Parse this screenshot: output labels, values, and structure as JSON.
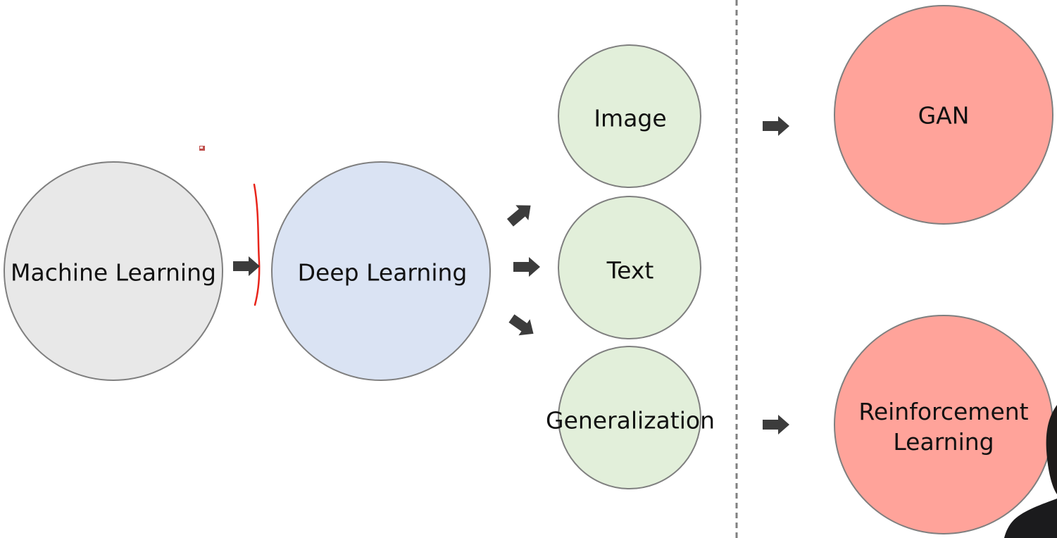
{
  "diagram": {
    "nodes": [
      {
        "id": "machine-learning",
        "label": "Machine Learning",
        "color": "#e8e8e8"
      },
      {
        "id": "deep-learning",
        "label": "Deep Learning",
        "color": "#dae3f3"
      },
      {
        "id": "image",
        "label": "Image",
        "color": "#e2efda"
      },
      {
        "id": "text",
        "label": "Text",
        "color": "#e2efda"
      },
      {
        "id": "generalization",
        "label": "Generalization",
        "color": "#e2efda"
      },
      {
        "id": "gan",
        "label": "GAN",
        "color": "#ffa39a"
      },
      {
        "id": "reinforcement-learning",
        "label": "Reinforcement\nLearning",
        "color": "#ffa39a"
      }
    ],
    "arrows": [
      {
        "from": "machine-learning",
        "to": "deep-learning"
      },
      {
        "from": "deep-learning",
        "to": "image"
      },
      {
        "from": "deep-learning",
        "to": "text"
      },
      {
        "from": "deep-learning",
        "to": "generalization"
      },
      {
        "from": "image",
        "to": "gan"
      },
      {
        "from": "generalization",
        "to": "reinforcement-learning"
      }
    ],
    "colors": {
      "outline": "#7f7f7f",
      "arrow": "#3c3c3c",
      "annotation": "#e8251b",
      "divider": "#808080"
    }
  }
}
